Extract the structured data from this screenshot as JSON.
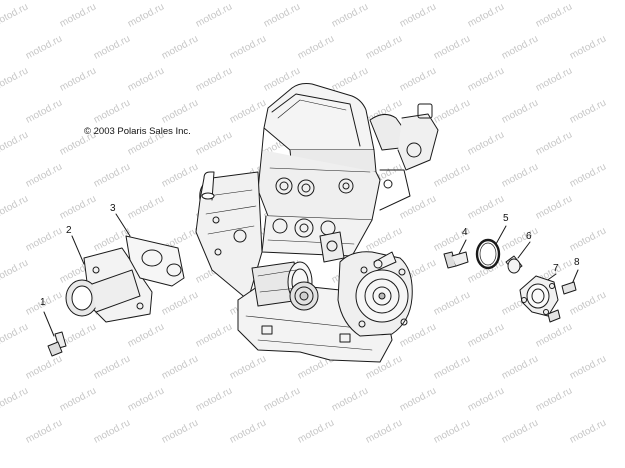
{
  "copyright": "© 2003 Polaris Sales Inc.",
  "watermark": "motod.ru",
  "callouts": [
    "1",
    "2",
    "3",
    "4",
    "5",
    "6",
    "7",
    "8"
  ],
  "parts": {
    "engine": "engine-assembly",
    "p1": "bolt",
    "p2": "intake-adapter",
    "p3": "intake-gasket",
    "p4": "sensor",
    "p5": "o-ring",
    "p6": "fitting",
    "p7": "thermostat-housing",
    "p8": "screw"
  }
}
